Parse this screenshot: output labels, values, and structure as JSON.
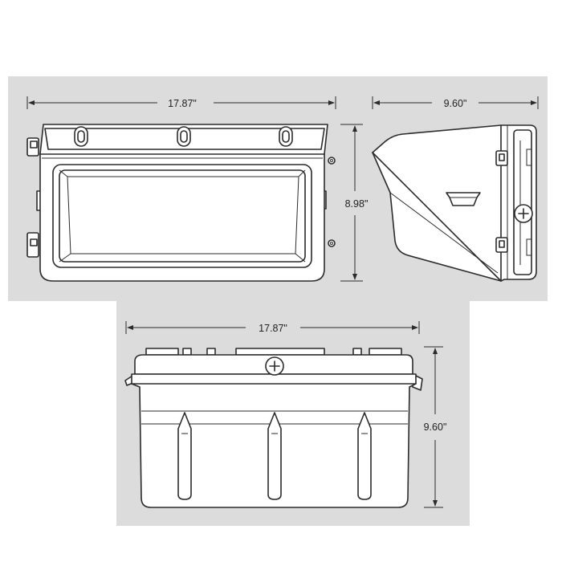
{
  "dimensions": {
    "front_width": "17.87\"",
    "side_depth": "9.60\"",
    "height": "8.98\"",
    "top_width": "17.87\"",
    "top_depth": "9.60\""
  },
  "colors": {
    "background_panel": "#dcdcdc",
    "line": "#2b2b2b",
    "fixture_fill": "#ffffff"
  },
  "icons": {
    "screw": "phillips-screw-icon",
    "mounting_slot": "mounting-slot-icon"
  }
}
